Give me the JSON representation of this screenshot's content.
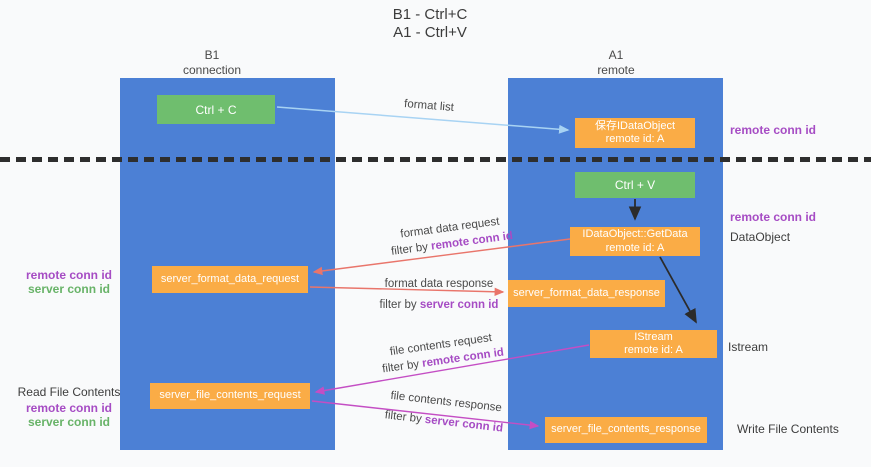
{
  "title": {
    "line1": "B1 - Ctrl+C",
    "line2": "A1 - Ctrl+V"
  },
  "lifelines": {
    "left": {
      "title": "B1",
      "subtitle": "connection"
    },
    "right": {
      "title": "A1",
      "subtitle": "remote"
    }
  },
  "boxes": {
    "ctrl_c": {
      "label": "Ctrl + C"
    },
    "ctrl_v": {
      "label": "Ctrl + V"
    },
    "save_dataobject": {
      "line1": "保存IDataObject",
      "line2": "remote id: A"
    },
    "getdata": {
      "line1": "IDataObject::GetData",
      "line2": "remote id: A"
    },
    "istream": {
      "line1": "IStream",
      "line2": "remote id: A"
    },
    "format_request": {
      "label": "server_format_data_request"
    },
    "format_response": {
      "label": "server_format_data_response"
    },
    "file_request": {
      "label": "server_file_contents_request"
    },
    "file_response": {
      "label": "server_file_contents_response"
    }
  },
  "arrows": {
    "format_list": {
      "label": "format list"
    },
    "format_data_request": {
      "label": "format data request",
      "filter_prefix": "filter by ",
      "filter_value": "remote conn id"
    },
    "format_data_response": {
      "label": "format data response",
      "filter_prefix": "filter by ",
      "filter_value": "server conn id"
    },
    "file_contents_request": {
      "label": "file contents request",
      "filter_prefix": "filter by ",
      "filter_value": "remote conn id"
    },
    "file_contents_response": {
      "label": "file contents response",
      "filter_prefix": "filter by ",
      "filter_value": "server conn id"
    }
  },
  "side_labels": {
    "right_remote_conn_top": "remote conn id",
    "right_remote_conn_mid": "remote conn id",
    "right_dataobject": "DataObject",
    "right_istream": "Istream",
    "right_write_file": "Write File Contents",
    "left_remote_conn_top": "remote conn id",
    "left_server_conn_top": "server conn id",
    "left_read_file": "Read File Contents",
    "left_remote_conn_bottom": "remote conn id",
    "left_server_conn_bottom": "server conn id"
  },
  "colors": {
    "column_blue": "#4c80d5",
    "box_green": "#6fbe6e",
    "box_orange": "#faac46",
    "arrow_light_blue": "#a8d3f3",
    "arrow_red": "#e9756b",
    "arrow_magenta": "#c44ec4",
    "arrow_black": "#2b2b2b",
    "label_purple": "#a64cc4",
    "label_green": "#68b368"
  }
}
